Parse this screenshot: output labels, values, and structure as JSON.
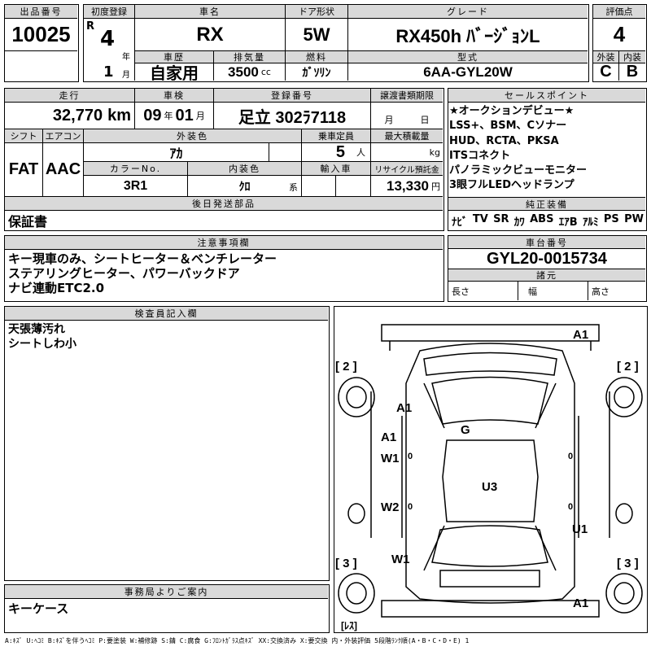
{
  "lot": {
    "label": "出品番号",
    "value": "10025"
  },
  "first_reg": {
    "label": "初度登録",
    "era": "R",
    "year": "4",
    "year_unit": "年",
    "month": "1",
    "month_unit": "月"
  },
  "car_name": {
    "label": "車名",
    "value": "RX"
  },
  "door": {
    "label": "ドア形状",
    "value": "5W"
  },
  "grade": {
    "label": "グレード",
    "value": "RX450h ﾊﾞｰｼﾞｮﾝL"
  },
  "score": {
    "label": "評価点",
    "value": "4",
    "ext_label": "外装",
    "int_label": "内装",
    "ext": "C",
    "int": "B"
  },
  "history": {
    "label": "車歴",
    "value": "自家用"
  },
  "displacement": {
    "label": "排気量",
    "value": "3500",
    "unit": "cc"
  },
  "fuel": {
    "label": "燃料",
    "value": "ｶﾞｿﾘﾝ"
  },
  "model": {
    "label": "型式",
    "value": "6AA-GYL20W"
  },
  "mileage": {
    "label": "走行",
    "value": "32,770",
    "unit": "km"
  },
  "inspection": {
    "label": "車検",
    "year": "09",
    "year_unit": "年",
    "month": "01",
    "month_unit": "月"
  },
  "reg_no": {
    "label": "登録番号",
    "value": "足立 302ﾗ7118"
  },
  "transfer": {
    "label": "譲渡書類期限",
    "month": "月",
    "day": "日"
  },
  "shift": {
    "label": "シフト",
    "value": "FAT"
  },
  "aircon": {
    "label": "エアコン",
    "value": "AAC"
  },
  "ext_color": {
    "label": "外装色",
    "value": "ｱｶ"
  },
  "capacity": {
    "label": "乗車定員",
    "value": "5",
    "unit": "人"
  },
  "max_load": {
    "label": "最大積載量",
    "unit": "kg"
  },
  "color_no": {
    "label": "カラーNo.",
    "value": "3R1"
  },
  "int_color": {
    "label": "内装色",
    "value": "ｸﾛ",
    "suffix": "系"
  },
  "import": {
    "label": "輸入車"
  },
  "recycle": {
    "label": "リサイクル預託金",
    "value": "13,330",
    "unit": "円"
  },
  "later_parts": {
    "label": "後日発送部品",
    "value": "保証書"
  },
  "sales_points": {
    "label": "セールスポイント",
    "items": [
      "★オークションデビュー★",
      "LSS+、BSM、Cソナー",
      "HUD、RCTA、PKSA",
      "ITSコネクト",
      "パノラミックビューモニター",
      "3眼フルLEDヘッドランプ"
    ]
  },
  "equipment": {
    "label": "純正装備",
    "items": [
      "ﾅﾋﾞ",
      "TV",
      "SR",
      "ｶﾜ",
      "ABS",
      "ｴｱB",
      "ｱﾙﾐ",
      "PS",
      "PW"
    ]
  },
  "notes": {
    "label": "注意事項欄",
    "lines": [
      "キー現車のみ、シートヒーター＆ベンチレーター",
      "ステアリングヒーター、パワーバックドア",
      "ナビ連動ETC2.0"
    ]
  },
  "chassis": {
    "label": "車台番号",
    "value": "GYL20-0015734",
    "spec_label": "諸元",
    "length": "長さ",
    "width": "幅",
    "height": "高さ"
  },
  "inspector": {
    "label": "検査員記入欄",
    "lines": [
      "天張薄汚れ",
      "シートしわ小"
    ]
  },
  "office": {
    "label": "事務局よりご案内",
    "value": "キーケース"
  },
  "diagram": {
    "marks": [
      "A1",
      "[ 2 ]",
      "[ 2 ]",
      "A1",
      "G",
      "A1",
      "W1",
      "0",
      "0",
      "U3",
      "W2",
      "0",
      "0",
      "U1",
      "[ 3 ]",
      "[ 3 ]",
      "W1",
      "A1",
      "[ﾚｽ]"
    ]
  },
  "legend": "A:ｷｽﾞ U:ﾍｺﾐ B:ｷｽﾞを伴うﾍｺﾐ P:要塗装 W:補修跡 S:錆 C:腐食 G:ﾌﾛﾝﾄｶﾞﾗｽ点ｷｽﾞ XX:交換済み X:要交換 内・外装評価 5段階ﾗﾝｸ順(A・B・C・D・E) 1"
}
